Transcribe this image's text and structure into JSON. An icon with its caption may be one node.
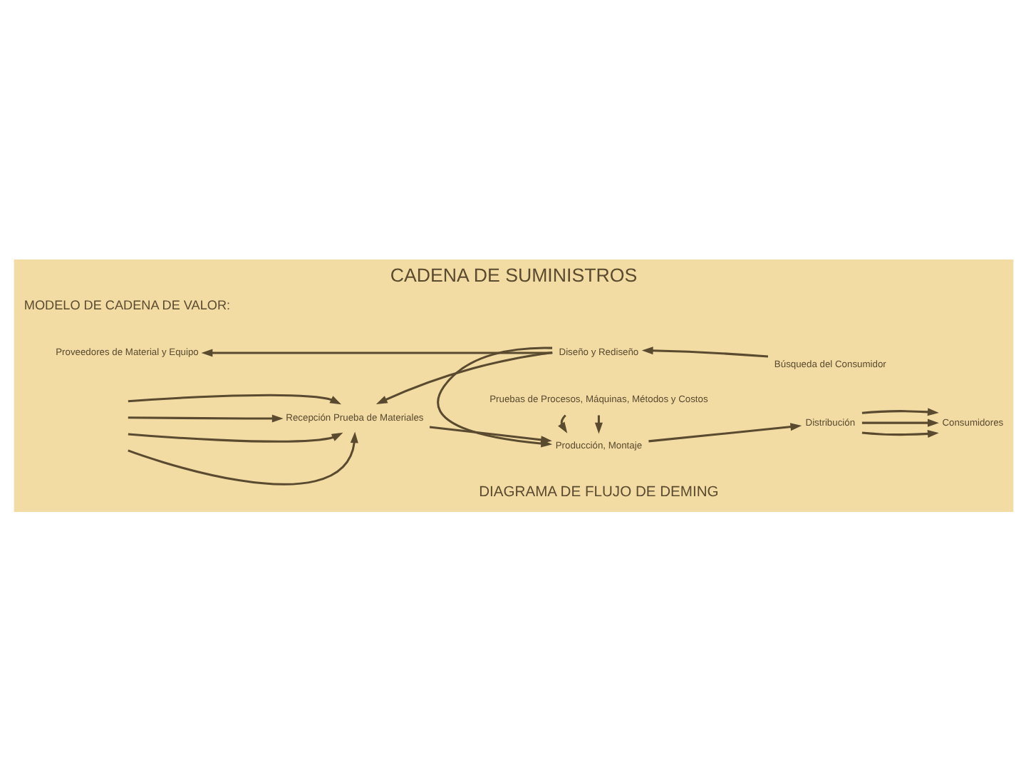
{
  "diagram": {
    "title": "CADENA DE SUMINISTROS",
    "caption": "DIAGRAMA DE FLUJO DE DEMING",
    "nodes": [
      {
        "text": [
          "Proveedores de Material y Equipo"
        ]
      },
      {
        "text": [
          "Recepción Prueba de Materiales"
        ]
      },
      {
        "text": [
          "Producción, Montaje"
        ]
      },
      {
        "text": [
          "Diseño y Rediseño"
        ]
      },
      {
        "text": [
          "Búsqueda del Consumidor"
        ]
      },
      {
        "text": [
          "Consumidores"
        ]
      },
      {
        "text": [
          "Distribución"
        ]
      },
      {
        "text": [
          "Pruebas de Procesos, Máquinas, Métodos y Costos"
        ]
      }
    ],
    "edges": [
      {
        "from": null,
        "to": 1,
        "arrow": "to"
      },
      {
        "from": null,
        "to": 1,
        "arrow": "to"
      },
      {
        "from": null,
        "to": 1,
        "arrow": "to"
      },
      {
        "from": null,
        "to": 1,
        "arrow": "to"
      },
      {
        "from": 1,
        "to": 2,
        "arrow": "to"
      },
      {
        "from": 2,
        "to": 6,
        "arrow": "to"
      },
      {
        "from": 6,
        "to": 5,
        "arrow": "to"
      },
      {
        "from": 6,
        "to": 5,
        "arrow": "to"
      },
      {
        "from": 6,
        "to": 5,
        "arrow": "to"
      },
      {
        "from": 4,
        "to": 3,
        "arrow": "to"
      },
      {
        "from": 3,
        "to": 0,
        "arrow": "to"
      },
      {
        "from": 3,
        "to": 1,
        "arrow": "to"
      },
      {
        "from": 3,
        "to": 2,
        "arrow": "to"
      },
      {
        "from": 7,
        "to": 2,
        "arrow": "to"
      },
      {
        "from": 7,
        "to": 2,
        "arrow": "to"
      }
    ],
    "labels": [
      "MODELO DE CADENA DE VALOR:"
    ]
  }
}
